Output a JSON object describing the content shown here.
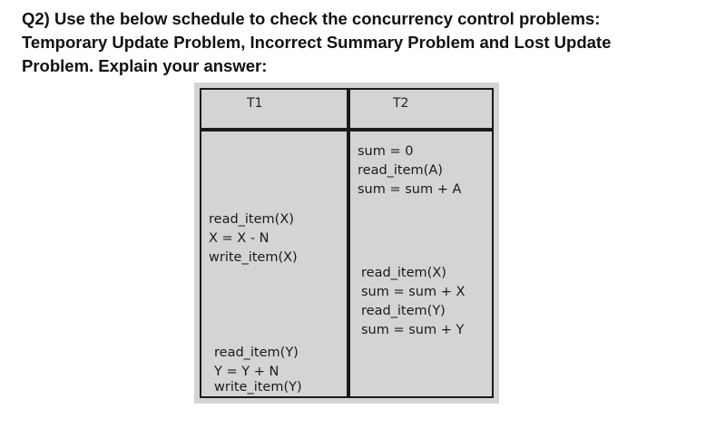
{
  "question": {
    "line1": "Q2) Use the below schedule to check the concurrency control problems:",
    "line2": "Temporary Update Problem, Incorrect Summary Problem and Lost Update",
    "line3": "Problem. Explain your answer:"
  },
  "schedule": {
    "headers": [
      "T1",
      "T2"
    ],
    "t2_block1": [
      "sum = 0",
      "read_item(A)",
      "sum = sum + A"
    ],
    "t1_block1": [
      "read_item(X)",
      "X = X - N",
      "write_item(X)"
    ],
    "t2_block2": [
      "read_item(X)",
      "sum = sum + X",
      "read_item(Y)",
      "sum = sum + Y"
    ],
    "t1_block2": [
      "read_item(Y)",
      "Y = Y + N",
      "write_item(Y)"
    ]
  }
}
